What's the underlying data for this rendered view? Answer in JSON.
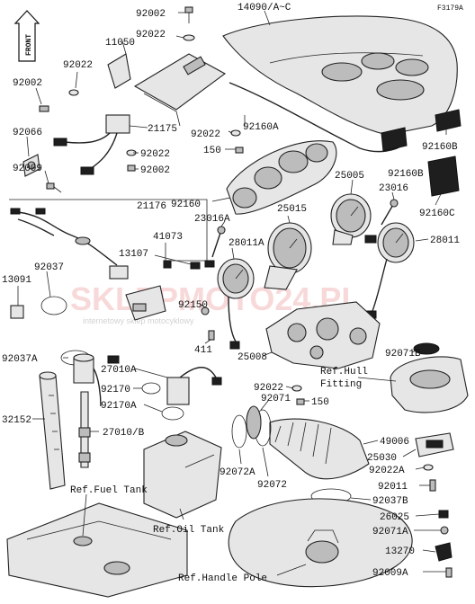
{
  "figure_code": "F3179A",
  "front_arrow_label": "FRONT",
  "watermark": {
    "brand": "SKLEPMOTO24.PL",
    "tagline": "internetowy sklep motocyklowy"
  },
  "part_numbers": {
    "p92002_top": "92002",
    "p92022_top": "92022",
    "p14090": "14090/A~C",
    "p11050": "11050",
    "p92022_left": "92022",
    "p92002_left": "92002",
    "p21175": "21175",
    "p92066": "92066",
    "p92009": "92009",
    "p92022_mid": "92022",
    "p92002_mid": "92002",
    "p92022_right": "92022",
    "p92160A": "92160A",
    "p150_top": "150",
    "p92160B_1": "92160B",
    "p92160B_2": "92160B",
    "p92160C": "92160C",
    "p21176": "21176",
    "p92160": "92160",
    "p25005": "25005",
    "p23016": "23016",
    "p23016A": "23016A",
    "p25015": "25015",
    "p28011A": "28011A",
    "p28011": "28011",
    "p41073": "41073",
    "p13107": "13107",
    "p13091": "13091",
    "p92037": "92037",
    "p92150": "92150",
    "p411": "411",
    "p25008": "25008",
    "p92071B": "92071B",
    "p92037A": "92037A",
    "p27010A": "27010A",
    "p92170": "92170",
    "p92170A": "92170A",
    "p92022_low": "92022",
    "p92071": "92071",
    "p150_low": "150",
    "p32152": "32152",
    "p27010B": "27010/B",
    "p49006": "49006",
    "p25030": "25030",
    "p92022A": "92022A",
    "p92072A": "92072A",
    "p92072": "92072",
    "p92011": "92011",
    "p92037B": "92037B",
    "p26025": "26025",
    "p92071A": "92071A",
    "p13270": "13270",
    "p92009A": "92009A"
  },
  "references": {
    "hull_fitting_1": "Ref.Hull",
    "hull_fitting_2": "Fitting",
    "fuel_tank": "Ref.Fuel Tank",
    "oil_tank": "Ref.Oil Tank",
    "handle_pole": "Ref.Handle Pole"
  }
}
